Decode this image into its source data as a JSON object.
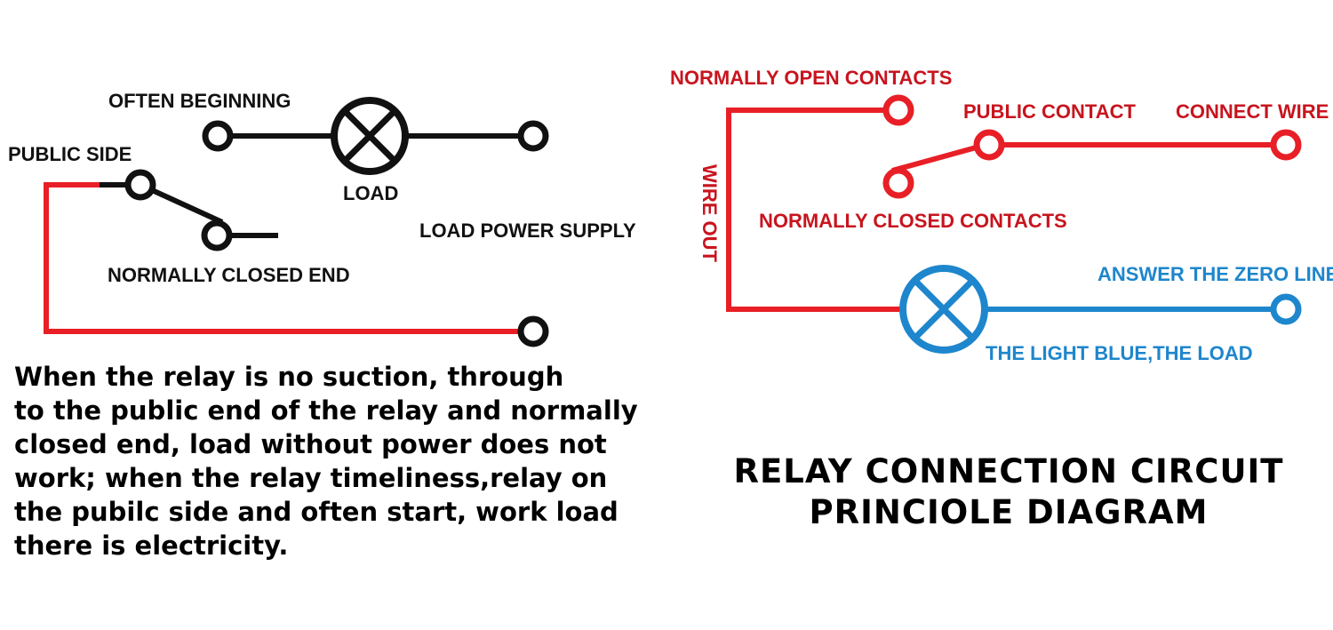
{
  "colors": {
    "black": "#111111",
    "red": "#e81f26",
    "blue": "#1e86cc",
    "label_red": "#c8141e"
  },
  "left_circuit": {
    "labels": {
      "often_beginning": "OFTEN BEGINNING",
      "public_side": "PUBLIC SIDE",
      "load": "LOAD",
      "load_power_supply": "LOAD POWER SUPPLY",
      "normally_closed_end": "NORMALLY CLOSED END"
    },
    "icons": [
      "lamp-icon"
    ]
  },
  "right_circuit": {
    "labels": {
      "normally_open_contacts": "NORMALLY OPEN CONTACTS",
      "public_contact": "PUBLIC CONTACT",
      "connect_wire": "CONNECT WIRE",
      "wire_out": "WIRE OUT",
      "normally_closed_contacts": "NORMALLY CLOSED CONTACTS",
      "answer_zero_line": "ANSWER THE ZERO LINE",
      "light_blue_load": "THE LIGHT BLUE,THE LOAD"
    },
    "icons": [
      "lamp-icon"
    ]
  },
  "description": {
    "lines": [
      "When the relay is no suction, through",
      "to the public end of the relay and normally",
      "closed end, load without power does not",
      "work; when the relay timeliness,relay on",
      "the pubilc side and often start, work load",
      "there is electricity."
    ]
  },
  "title": {
    "lines": [
      "RELAY CONNECTION CIRCUIT",
      "PRINCIOLE DIAGRAM"
    ]
  }
}
